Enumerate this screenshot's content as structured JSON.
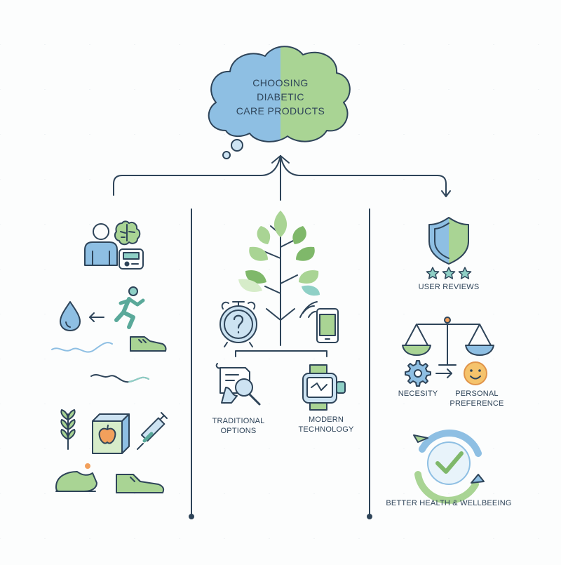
{
  "title_lines": [
    "CHOOSING",
    "DIABETIC",
    "CARE PRODUCTS"
  ],
  "center_labels": {
    "traditional": [
      "TRADITIONAL",
      "OPTIONS"
    ],
    "modern": [
      "MODERN",
      "TECHNOLOGY"
    ]
  },
  "right_labels": {
    "user_reviews": "USER REVIEWS",
    "necessity": "NECESITY",
    "personal_preference": [
      "PERSONAL",
      "PREFERENCE"
    ],
    "outcome": "BETTER HEALTH & WELLBEEING"
  },
  "colors": {
    "stroke": "#2e4459",
    "blue": "#8ebfe3",
    "blue_dark": "#5d9cc9",
    "green": "#a9d494",
    "green_dark": "#7fb86a",
    "teal": "#8fd0c6",
    "orange": "#f2a05c"
  },
  "icons": [
    "thought-cloud",
    "person-icon",
    "brain-icon",
    "glucose-meter-icon",
    "water-drop-icon",
    "running-person-icon",
    "sneaker-icon",
    "wave-line",
    "wheat-icon",
    "food-box-icon",
    "apple-icon",
    "syringe-icon",
    "shoe-icon",
    "tree-icon",
    "alarm-clock-icon",
    "smartphone-icon",
    "document-magnifier-icon",
    "smartwatch-icon",
    "shield-icon",
    "star-icon",
    "balance-scale-icon",
    "gear-icon",
    "arrow-right-icon",
    "smiley-icon",
    "cycle-arrows-icon",
    "checkmark-icon"
  ]
}
